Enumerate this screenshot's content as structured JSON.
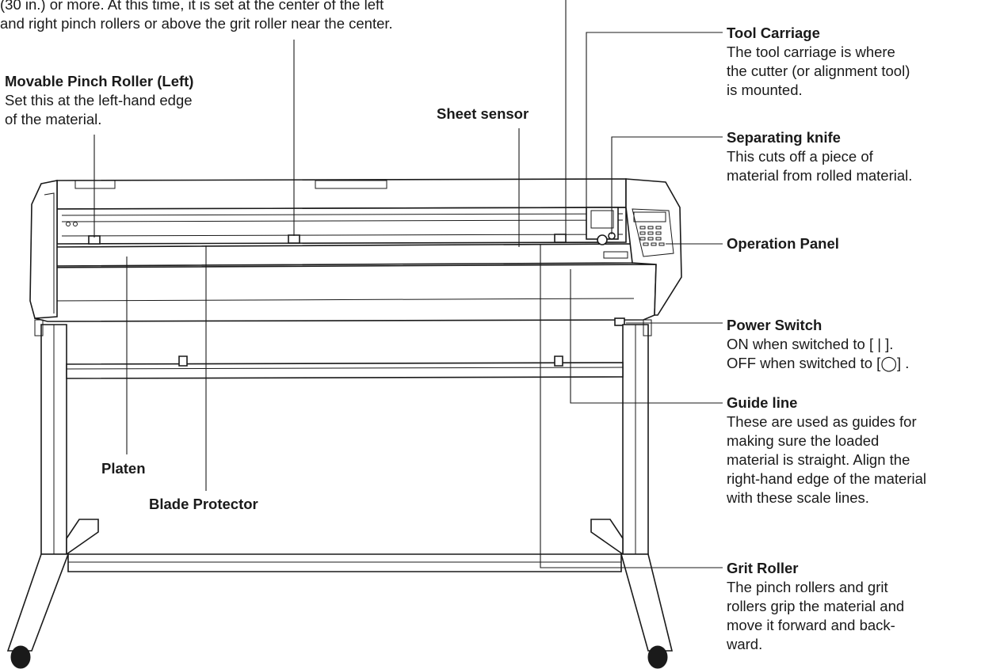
{
  "top_description": {
    "line1": "(30 in.) or more.  At this time, it is set at the center of the left",
    "line2": "and right pinch rollers or above the grit roller near the center."
  },
  "labels": {
    "pinch_left": {
      "title": "Movable Pinch Roller (Left)",
      "line1": "Set this at the left-hand edge",
      "line2": "of the material."
    },
    "sheet_sensor": {
      "title": "Sheet sensor"
    },
    "tool_carriage": {
      "title": "Tool Carriage",
      "line1": "The tool carriage is where",
      "line2": "the cutter (or alignment tool)",
      "line3": "is mounted."
    },
    "separating_knife": {
      "title": "Separating knife",
      "line1": "This cuts off a piece of",
      "line2": "material from rolled material."
    },
    "operation_panel": {
      "title": "Operation Panel"
    },
    "power_switch": {
      "title": "Power Switch",
      "line1": "ON when switched to [ | ].",
      "line2": "OFF when switched to [◯] ."
    },
    "guide_line": {
      "title": "Guide line",
      "line1": "These are used as guides for",
      "line2": "making sure the loaded",
      "line3": "material is straight. Align the",
      "line4": "right-hand edge of the material",
      "line5": "with these scale lines."
    },
    "platen": {
      "title": "Platen"
    },
    "blade_protector": {
      "title": "Blade Protector"
    },
    "grit_roller": {
      "title": "Grit Roller",
      "line1": "The pinch rollers and grit",
      "line2": "rollers grip the material and",
      "line3": "move it forward and back-",
      "line4": "ward."
    }
  }
}
